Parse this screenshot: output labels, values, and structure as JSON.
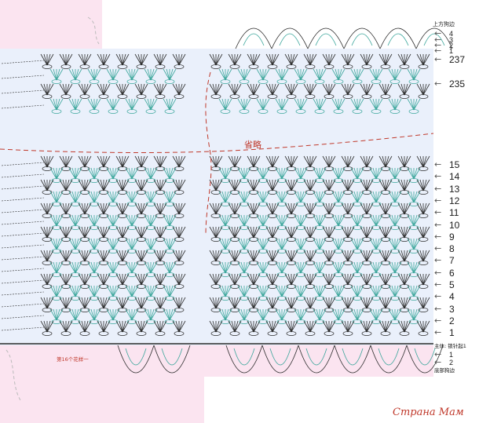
{
  "diagram": {
    "omit_label": "省略",
    "row_numbers_top": [
      "4",
      "3",
      "2",
      "1"
    ],
    "upper_border_label": "上方狗边",
    "big_rows": [
      "237",
      "235"
    ],
    "rows": [
      "15",
      "14",
      "13",
      "12",
      "11",
      "10",
      "9",
      "8",
      "7",
      "6",
      "5",
      "4",
      "3",
      "2",
      "1"
    ],
    "bottom_rows": [
      "1",
      "2"
    ],
    "main_label": "主体: 锁针起1",
    "bottom_border_label": "底部狗边",
    "pattern_note": "第16个花样一",
    "watermark": "Страна Мам",
    "colors": {
      "background": "#eaf0fb",
      "pink_panel": "#fbe4f0",
      "stitch_black": "#2b2b2b",
      "stitch_teal": "#3aa69b",
      "omit_line": "#c0392b",
      "watermark": "#c0392b"
    }
  }
}
